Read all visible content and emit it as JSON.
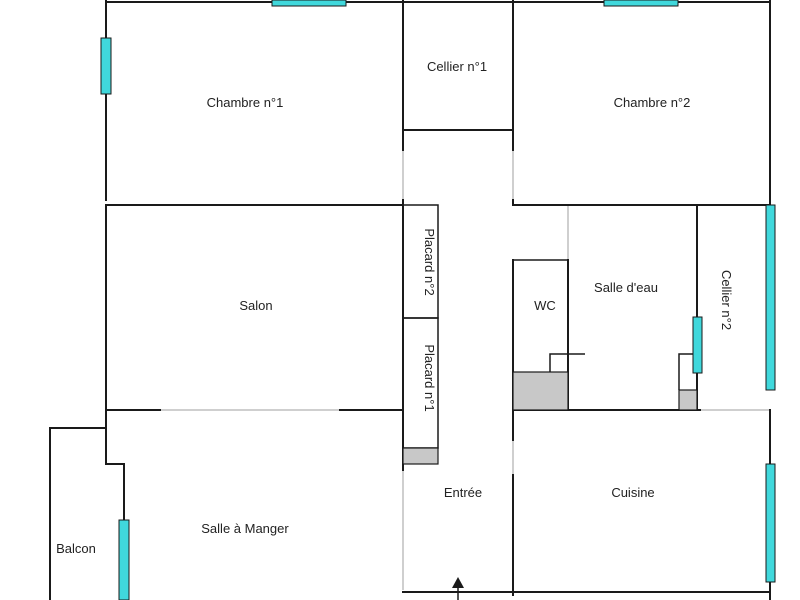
{
  "rooms": {
    "chambre1": "Chambre n°1",
    "cellier1": "Cellier n°1",
    "chambre2": "Chambre n°2",
    "placard2": "Placard n°2",
    "placard1": "Placard n°1",
    "salon": "Salon",
    "wc": "WC",
    "salle_eau": "Salle d'eau",
    "cellier2": "Cellier n°2",
    "entree": "Entrée",
    "cuisine": "Cuisine",
    "salle_manger": "Salle à Manger",
    "balcon": "Balcon"
  },
  "colors": {
    "wall": "#1a1a1a",
    "window": "#40d8dc",
    "fixture": "#c8c8c8",
    "opening": "#cfcfcf"
  },
  "icons": {
    "entrance": "entrance-arrow-icon"
  }
}
